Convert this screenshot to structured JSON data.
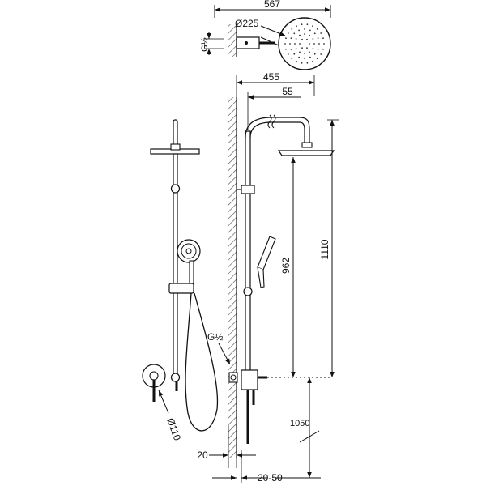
{
  "dimensions": {
    "overall_width": "567",
    "head_diameter": "Ø225",
    "inlet_top": "G½",
    "projection": "455",
    "offset": "55",
    "total_height": "1110",
    "column_height": "962",
    "inlet_side": "G½",
    "flange_diameter": "Ø110",
    "floor_height": "1050",
    "wall_gap": "20",
    "adjust_range": "20-50"
  }
}
